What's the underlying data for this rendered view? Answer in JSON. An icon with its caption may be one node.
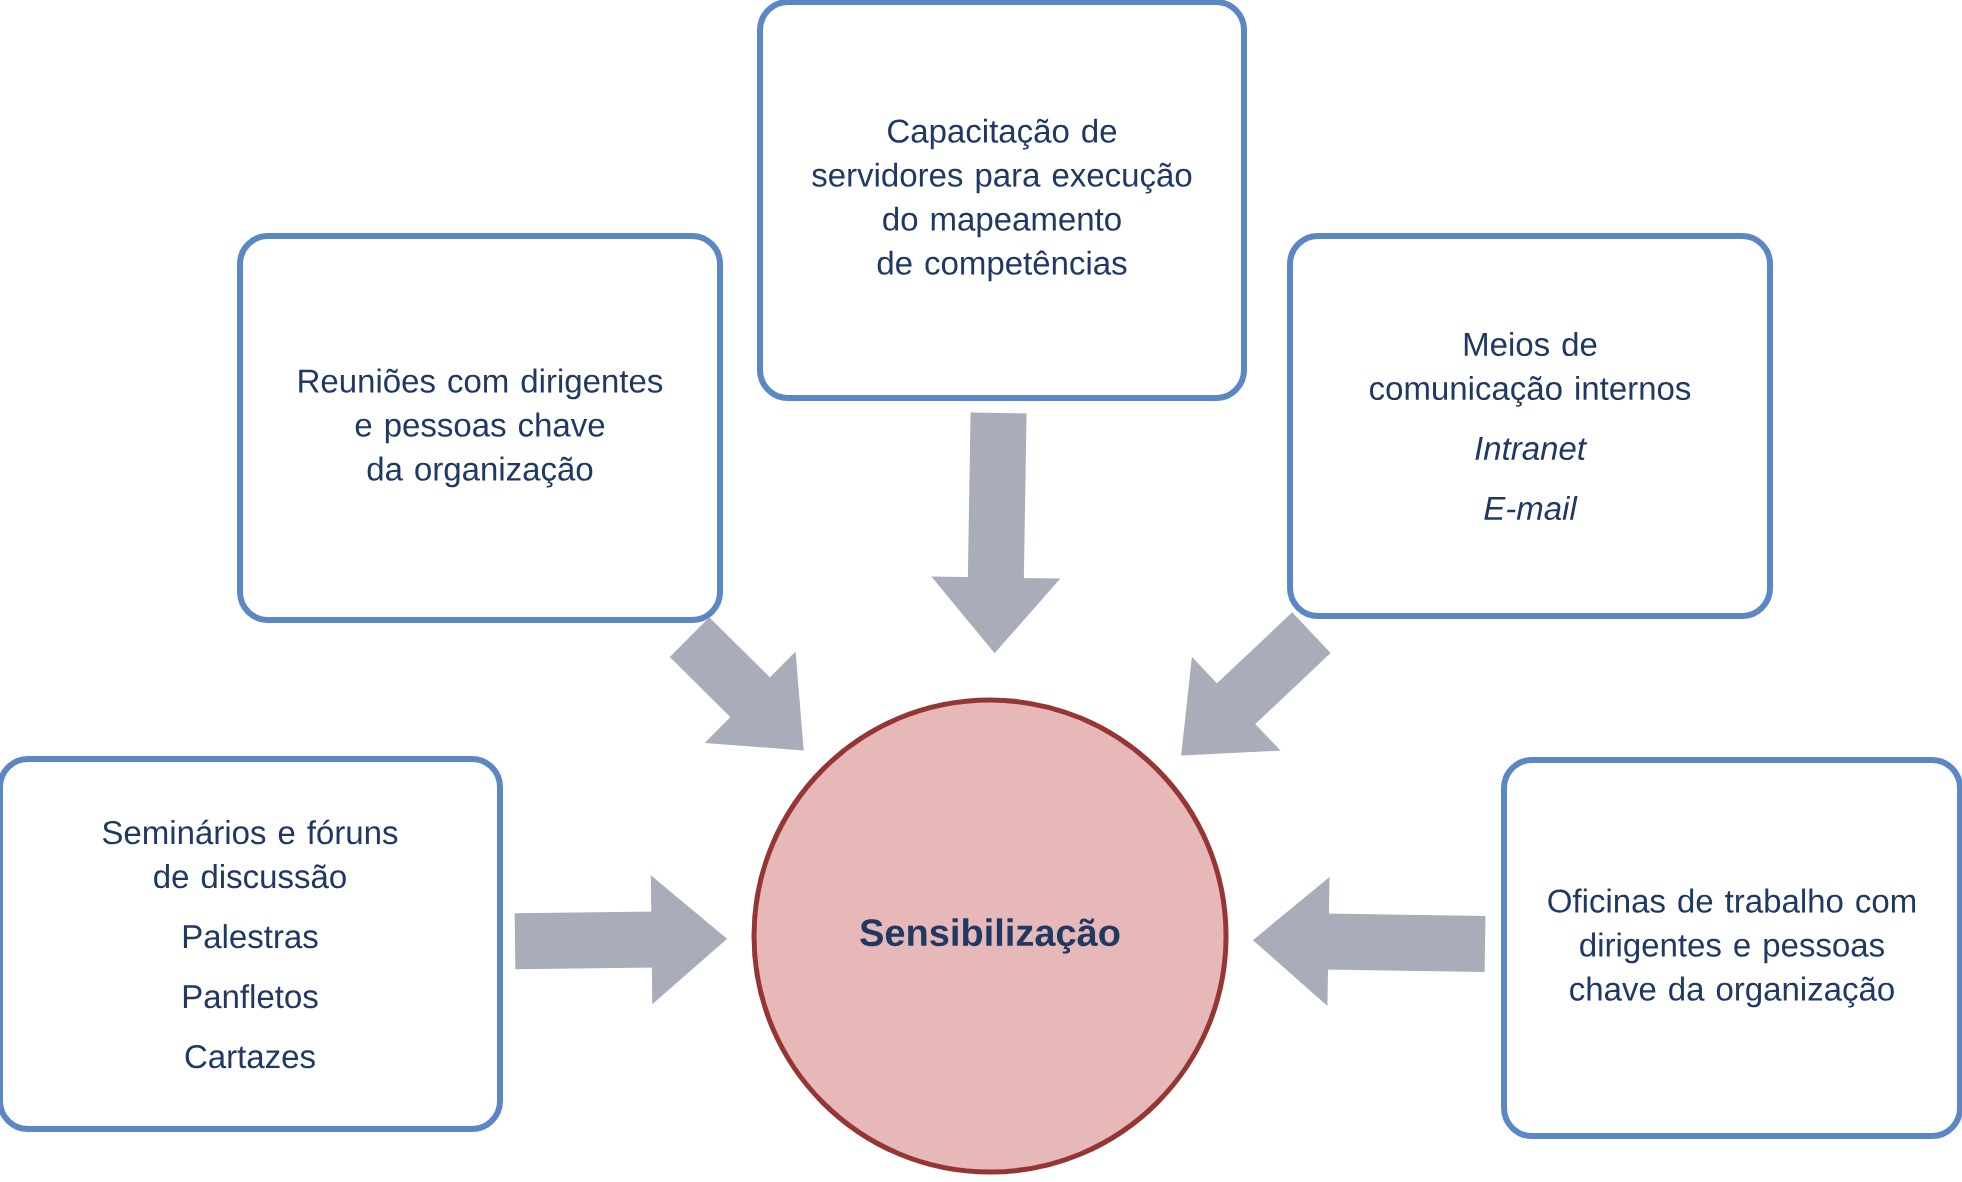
{
  "diagram": {
    "nodes": [
      {
        "text": [
          "Capacitação de servidores para execução do mapeamento de competências"
        ]
      },
      {
        "text": [
          "Reuniões com dirigentes e pessoas chave da organização"
        ]
      },
      {
        "text": [
          "Meios de comunicação internos",
          "Intranet",
          "E-mail"
        ]
      },
      {
        "text": [
          "Seminários e fóruns de discussão",
          "Palestras",
          "Panfletos",
          "Cartazes"
        ]
      },
      {
        "text": [
          "Sensibilização"
        ]
      },
      {
        "text": [
          "Oficinas de trabalho com dirigentes e pessoas chave da organização"
        ]
      }
    ],
    "edges": [
      {
        "from": 0,
        "to": 4,
        "arrow": "to"
      },
      {
        "from": 1,
        "to": 4,
        "arrow": "to"
      },
      {
        "from": 2,
        "to": 4,
        "arrow": "to"
      },
      {
        "from": 3,
        "to": 4,
        "arrow": "to"
      },
      {
        "from": 5,
        "to": 4,
        "arrow": "to"
      }
    ]
  }
}
